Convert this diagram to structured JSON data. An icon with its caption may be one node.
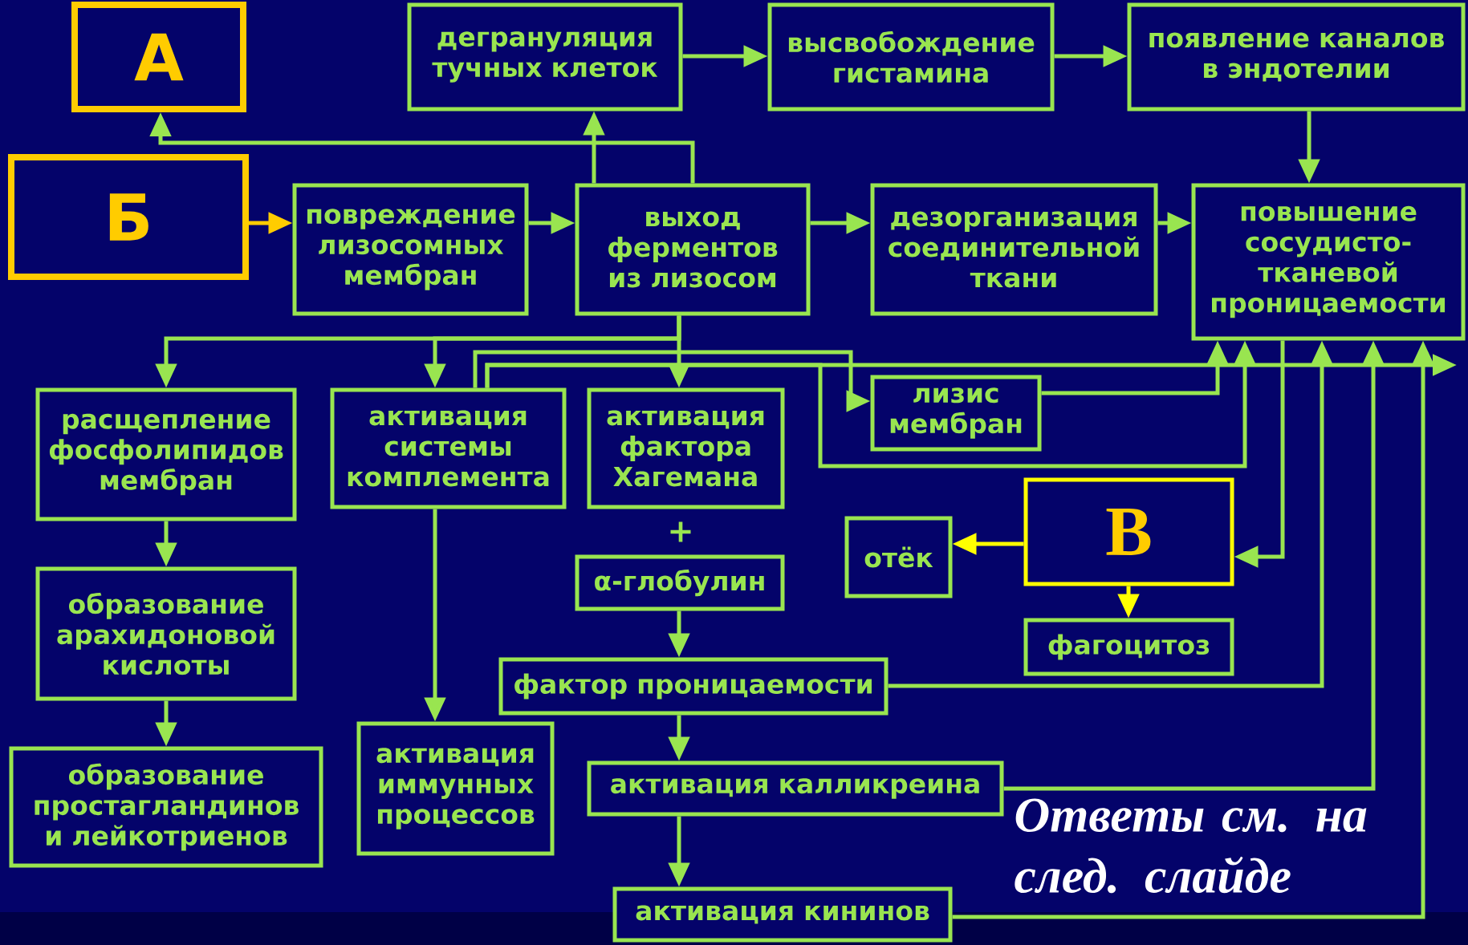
{
  "diagram": {
    "nodes": [
      {
        "text": [
          "А"
        ]
      },
      {
        "text": [
          "дегрануляция тучных клеток"
        ]
      },
      {
        "text": [
          "высвобождение гистамина"
        ]
      },
      {
        "text": [
          "появление каналов в эндотелии"
        ]
      },
      {
        "text": [
          "Б"
        ]
      },
      {
        "text": [
          "повреждение лизосомных мембран"
        ]
      },
      {
        "text": [
          "выход ферментов из лизосом"
        ]
      },
      {
        "text": [
          "дезорганизация соединительной ткани"
        ]
      },
      {
        "text": [
          "повышение сосудисто-тканевой проницаемости"
        ]
      },
      {
        "text": [
          "лизис мембран"
        ]
      },
      {
        "text": [
          "расщепление фосфолипидов мембран"
        ]
      },
      {
        "text": [
          "активация системы комплемента"
        ]
      },
      {
        "text": [
          "активация фактора Хагемана"
        ]
      },
      {
        "text": [
          "α-глобулин"
        ]
      },
      {
        "text": [
          "отёк"
        ]
      },
      {
        "text": [
          "В"
        ]
      },
      {
        "text": [
          "фагоцитоз"
        ]
      },
      {
        "text": [
          "образование арахидоновой кислоты"
        ]
      },
      {
        "text": [
          "фактор проницаемости"
        ]
      },
      {
        "text": [
          "активация иммунных процессов"
        ]
      },
      {
        "text": [
          "образование простагландинов и лейкотриенов"
        ]
      },
      {
        "text": [
          "активация калликреина"
        ]
      },
      {
        "text": [
          "активация кининов"
        ]
      }
    ],
    "edges": [
      {
        "from": 1,
        "to": 2,
        "arrow": "to"
      },
      {
        "from": 2,
        "to": 3,
        "arrow": "to"
      },
      {
        "from": 3,
        "to": 8,
        "arrow": "to"
      },
      {
        "from": 4,
        "to": 5,
        "arrow": "to",
        "color": "#ffcc00"
      },
      {
        "from": 5,
        "to": 6,
        "arrow": "to"
      },
      {
        "from": 6,
        "to": 7,
        "arrow": "to"
      },
      {
        "from": 7,
        "to": 8,
        "arrow": "to"
      },
      {
        "from": 6,
        "to": 0,
        "arrow": "to"
      },
      {
        "from": 6,
        "to": 1,
        "arrow": "to"
      },
      {
        "from": 6,
        "to": 10,
        "arrow": "to"
      },
      {
        "from": 6,
        "to": 11,
        "arrow": "to"
      },
      {
        "from": 6,
        "to": 12,
        "arrow": "to"
      },
      {
        "from": 10,
        "to": 17,
        "arrow": "to"
      },
      {
        "from": 17,
        "to": 20,
        "arrow": "to"
      },
      {
        "from": 11,
        "to": 19,
        "arrow": "to"
      },
      {
        "from": 11,
        "to": 9,
        "arrow": "to"
      },
      {
        "from": 11,
        "to": null,
        "arrow": "to"
      },
      {
        "from": 11,
        "to": 8,
        "arrow": "to"
      },
      {
        "from": 9,
        "to": 8,
        "arrow": "to"
      },
      {
        "from": 8,
        "to": 15,
        "arrow": "to"
      },
      {
        "from": 15,
        "to": 14,
        "arrow": "to",
        "color": "#ffff00"
      },
      {
        "from": 15,
        "to": 16,
        "arrow": "to",
        "color": "#ffff00"
      },
      {
        "from": 18,
        "to": 8,
        "arrow": "to"
      },
      {
        "from": 21,
        "to": 8,
        "arrow": "to"
      },
      {
        "from": 22,
        "to": 8,
        "arrow": "to"
      },
      {
        "from": 13,
        "to": 18,
        "arrow": "to"
      },
      {
        "from": 18,
        "to": 21,
        "arrow": "to"
      },
      {
        "from": 21,
        "to": 22,
        "arrow": "to"
      }
    ],
    "labels": [
      "+",
      "Ответы см. на след. слайде"
    ]
  }
}
